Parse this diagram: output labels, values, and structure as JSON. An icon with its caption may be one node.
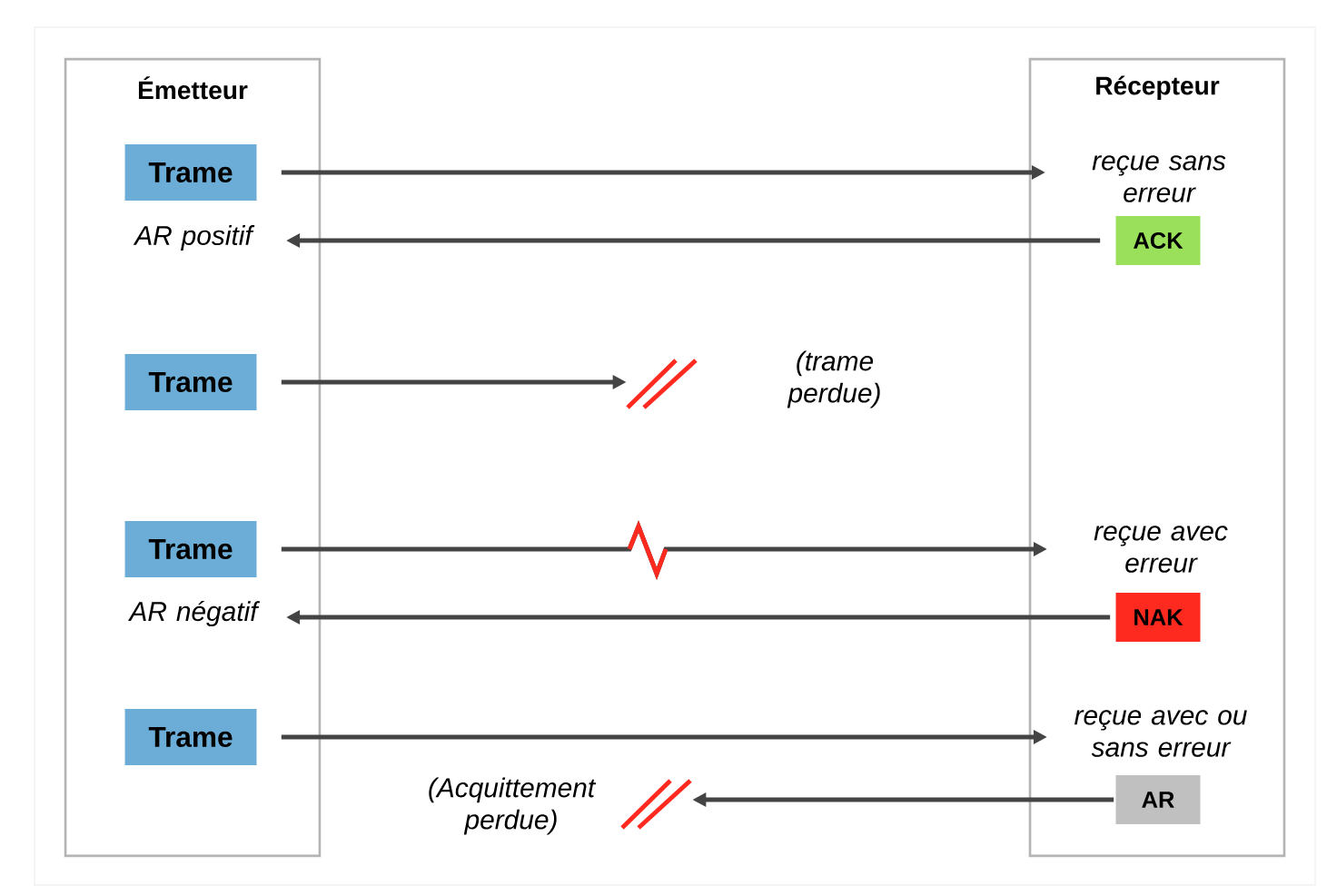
{
  "diagram": {
    "nodes": [
      {
        "text": [
          "Émetteur"
        ]
      },
      {
        "text": [
          "Récepteur"
        ]
      },
      {
        "text": [
          "Trame"
        ],
        "in": 0
      },
      {
        "text": [
          "reçue sans erreur"
        ],
        "in": 1
      },
      {
        "text": [
          "AR positif"
        ],
        "in": 0
      },
      {
        "text": [
          "ACK"
        ],
        "in": 1
      },
      {
        "text": [
          "Trame"
        ],
        "in": 0
      },
      {
        "text": [],
        "shape": "picture",
        "beside": [
          "(trame perdue)"
        ]
      },
      {
        "text": [
          "Trame"
        ],
        "in": 0
      },
      {
        "text": [
          "reçue avec erreur"
        ],
        "in": 1
      },
      {
        "text": [
          "AR négatif"
        ],
        "in": 0
      },
      {
        "text": [
          "NAK"
        ],
        "in": 1
      },
      {
        "text": [
          "Trame"
        ],
        "in": 0
      },
      {
        "text": [
          "reçue avec ou sans erreur"
        ],
        "in": 1
      },
      {
        "text": [
          "AR"
        ],
        "in": 1
      },
      {
        "text": [],
        "shape": "picture",
        "beside": [
          "(Acquittement perdue)"
        ]
      }
    ],
    "edges": [
      {
        "from": 2,
        "to": 3,
        "arrow": "to"
      },
      {
        "from": 5,
        "to": 4,
        "arrow": "to"
      },
      {
        "from": 6,
        "to": 7,
        "arrow": "to"
      },
      {
        "from": 8,
        "to": 9,
        "arrow": "to"
      },
      {
        "from": 11,
        "to": 10,
        "arrow": "to"
      },
      {
        "from": 12,
        "to": 13,
        "arrow": "to"
      },
      {
        "from": 14,
        "to": 15,
        "arrow": "to"
      }
    ]
  }
}
